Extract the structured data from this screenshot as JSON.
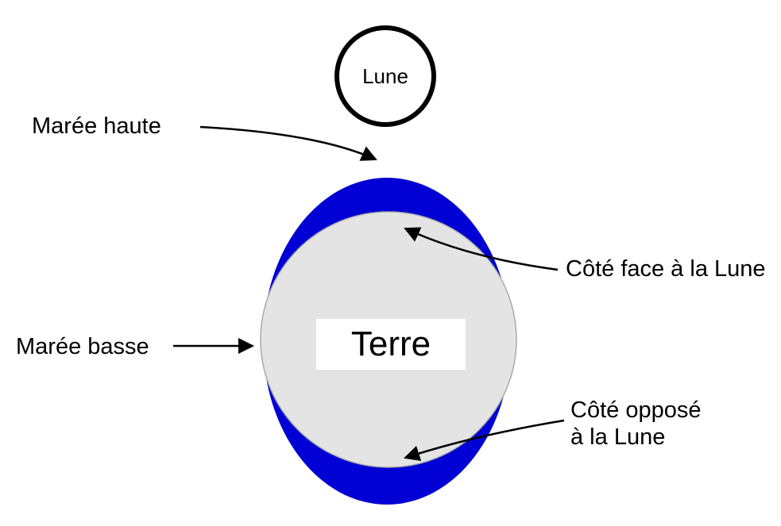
{
  "diagram": {
    "title": "Tides diagram (French)",
    "moon_label": "Lune",
    "earth_label": "Terre",
    "labels": {
      "high_tide": "Marée haute",
      "low_tide": "Marée basse",
      "facing_side": "Côté face à la Lune",
      "opposite_side_line1": "Côté opposé",
      "opposite_side_line2": "à la Lune"
    },
    "colors": {
      "tide_bulge": "#0000d4",
      "earth_fill": "#e4e4e4",
      "earth_stroke": "#aaaaaa",
      "outline": "#000000",
      "background": "#ffffff"
    }
  }
}
